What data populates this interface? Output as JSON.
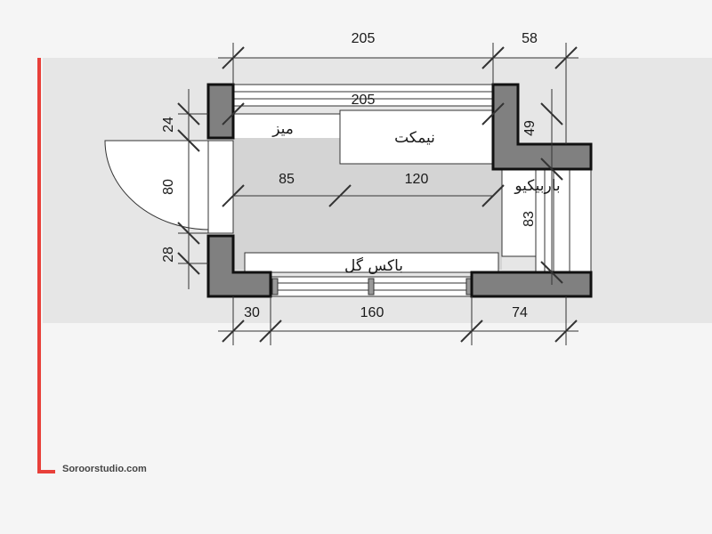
{
  "dimensions": {
    "top_overall": "205",
    "top_right": "58",
    "inner_top": "205",
    "left_top": "24",
    "left_door": "80",
    "left_bottom": "28",
    "bench_right": "49",
    "inner_left": "85",
    "inner_mid": "120",
    "right_bbq": "83",
    "bottom_left": "30",
    "bottom_mid": "160",
    "bottom_right": "74"
  },
  "labels": {
    "table": "میز",
    "bench": "نیمکت",
    "barbecue": "باربیکیو",
    "flower_box": "باکس گل"
  },
  "brand": "Soroorstudio.com",
  "colors": {
    "accent": "#e8403a",
    "wall": "#808080",
    "floor": "#d4d4d4",
    "band": "#e6e6e6",
    "background": "#f5f5f5"
  }
}
